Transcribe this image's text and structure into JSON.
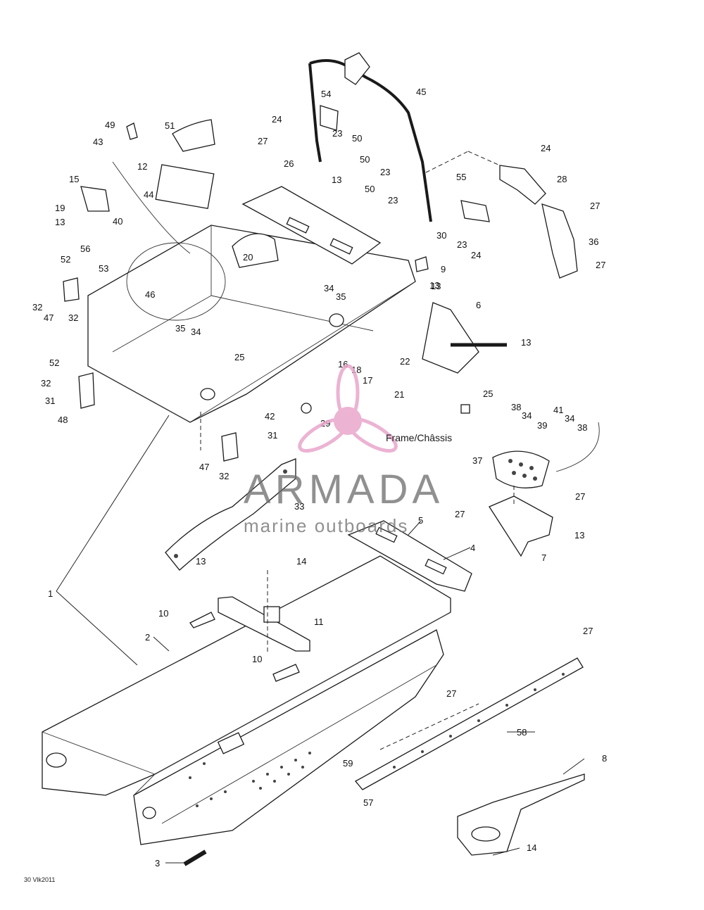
{
  "caption": "Frame/Châssis",
  "drawing_code": "30 Vlk2011",
  "watermark": {
    "name": "ARMADA",
    "subtitle": "marine outboards",
    "color": "#e9a6cc"
  },
  "icons": [
    "propeller-logo-icon"
  ],
  "callouts": [
    "1",
    "2",
    "3",
    "4",
    "5",
    "6",
    "7",
    "8",
    "9",
    "10",
    "10",
    "11",
    "12",
    "13",
    "13",
    "13",
    "13",
    "13",
    "13",
    "13",
    "14",
    "14",
    "15",
    "16",
    "17",
    "18",
    "19",
    "20",
    "21",
    "22",
    "23",
    "23",
    "23",
    "23",
    "24",
    "24",
    "24",
    "25",
    "25",
    "26",
    "27",
    "27",
    "27",
    "27",
    "27",
    "27",
    "27",
    "28",
    "29",
    "30",
    "31",
    "31",
    "32",
    "32",
    "32",
    "32",
    "33",
    "34",
    "34",
    "34",
    "34",
    "35",
    "35",
    "36",
    "37",
    "38",
    "38",
    "39",
    "40",
    "41",
    "42",
    "43",
    "44",
    "45",
    "46",
    "47",
    "47",
    "48",
    "49",
    "50",
    "50",
    "50",
    "51",
    "52",
    "52",
    "53",
    "54",
    "55",
    "56",
    "57",
    "58",
    "59"
  ]
}
